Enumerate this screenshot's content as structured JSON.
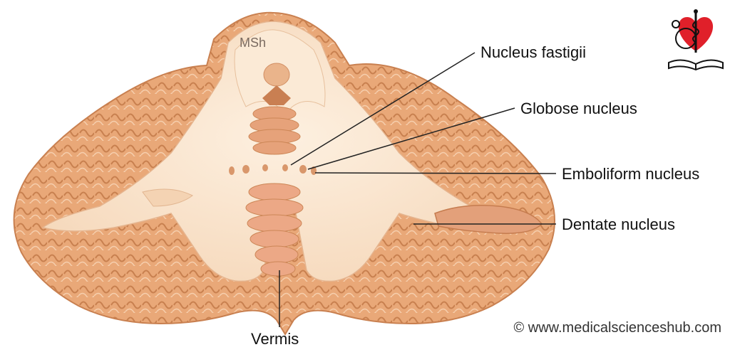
{
  "labels": {
    "msh": "MSh",
    "nucleus_fastigii": "Nucleus fastigii",
    "globose_nucleus": "Globose nucleus",
    "emboliform_nucleus": "Emboliform nucleus",
    "dentate_nucleus": "Dentate nucleus",
    "vermis": "Vermis"
  },
  "copyright": "© www.medicalscienceshub.com",
  "colors": {
    "gray_matter": "#e8a778",
    "gray_matter_dark": "#c9804f",
    "white_matter": "#fbe6cf",
    "nucleus": "#d99a73",
    "logo_heart": "#e0202a"
  }
}
